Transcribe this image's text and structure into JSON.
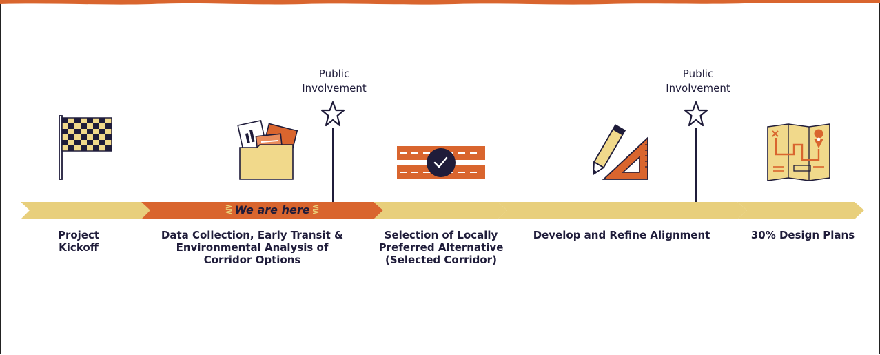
{
  "colors": {
    "accent_orange": "#d9652e",
    "timeline_yellow": "#e8cf7c",
    "dark_navy": "#1f1c3a",
    "light_yellow": "#f1d98b"
  },
  "stages": [
    {
      "label": "Project Kickoff",
      "lines": [
        "Project",
        "Kickoff"
      ],
      "icon": "checkered-flag-icon",
      "current": false
    },
    {
      "label": "Data Collection, Early Transit & Environmental Analysis of Corridor Options",
      "lines": [
        "Data Collection, Early Transit &",
        "Environmental Analysis of",
        "Corridor Options"
      ],
      "icon": "folder-documents-icon",
      "current": true
    },
    {
      "label": "Selection of Locally Preferred Alternative (Selected Corridor)",
      "lines": [
        "Selection of Locally",
        "Preferred Alternative",
        "(Selected Corridor)"
      ],
      "icon": "road-check-icon",
      "current": false
    },
    {
      "label": "Develop and Refine Alignment",
      "lines": [
        "Develop and Refine Alignment"
      ],
      "icon": "pencil-triangle-icon",
      "current": false
    },
    {
      "label": "30% Design Plans",
      "lines": [
        "30% Design Plans"
      ],
      "icon": "map-icon",
      "current": false
    }
  ],
  "current_marker": {
    "text": "We are here",
    "left_spark": "⋛",
    "right_spark": "⋚"
  },
  "milestones": [
    {
      "lines": [
        "Public",
        "Involvement"
      ],
      "icon": "star-icon"
    },
    {
      "lines": [
        "Public",
        "Involvement"
      ],
      "icon": "star-icon"
    }
  ]
}
